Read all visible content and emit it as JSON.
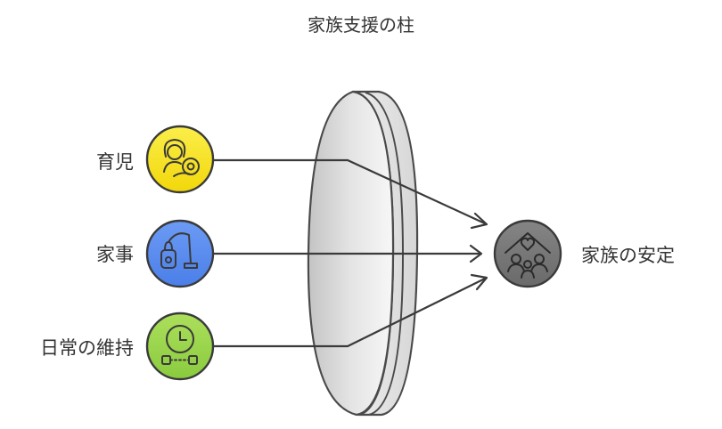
{
  "title": "家族支援の柱",
  "inputs": [
    {
      "label": "育児",
      "icon": "mother-baby-icon",
      "color": "#f7e319"
    },
    {
      "label": "家事",
      "icon": "vacuum-cleaner-icon",
      "color": "#5b8cf0"
    },
    {
      "label": "日常の維持",
      "icon": "clock-routine-icon",
      "color": "#9ad94a"
    }
  ],
  "output": {
    "label": "家族の安定",
    "icon": "family-home-icon",
    "color": "#777777"
  }
}
